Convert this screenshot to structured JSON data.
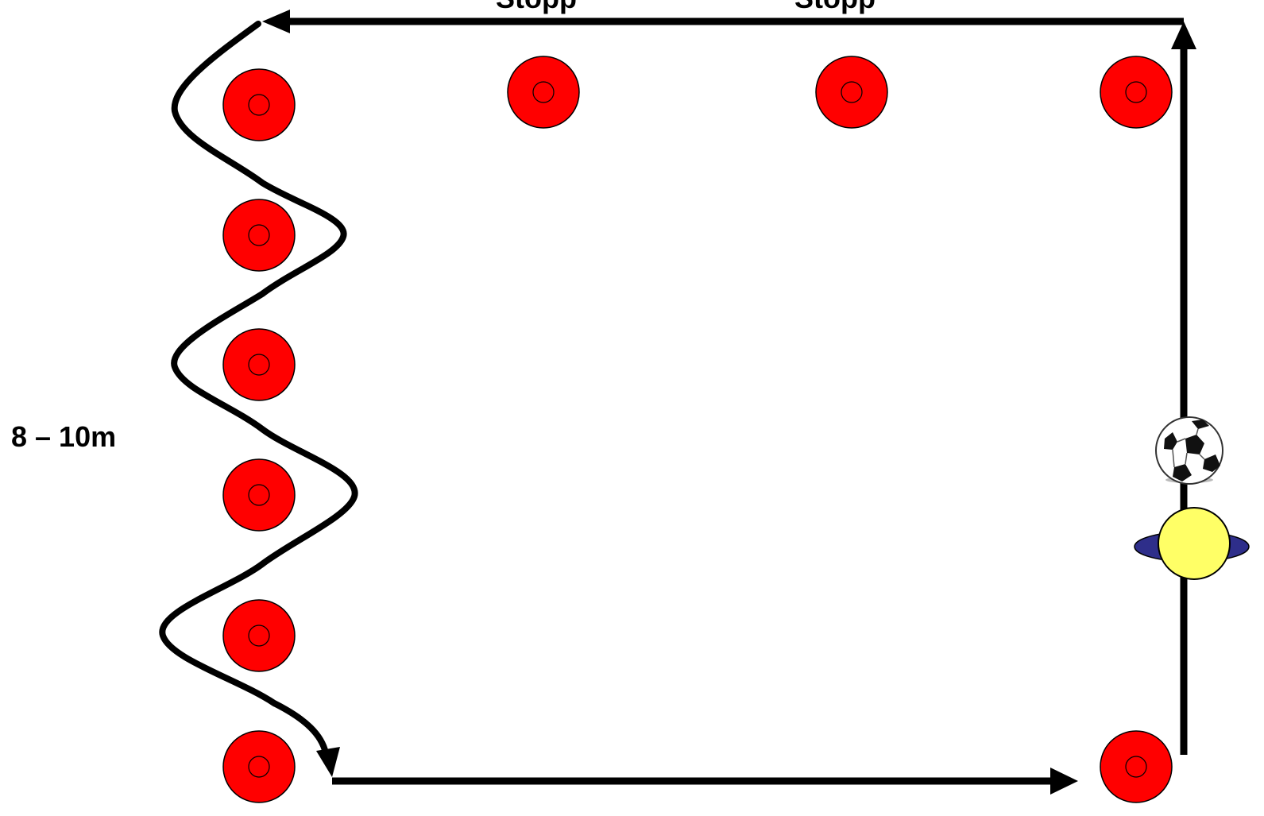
{
  "labels": {
    "stopp_1": "Stopp",
    "stopp_2": "Stopp",
    "distance": "8 – 10m"
  },
  "colors": {
    "cone": "#ff0000",
    "cone_outline": "#000000",
    "path": "#000000",
    "player_body": "#ffff66",
    "player_base": "#2e2e8a",
    "ball_white": "#ffffff",
    "ball_black": "#111111"
  },
  "icons": {
    "cone": "cone-marker-icon",
    "ball": "soccer-ball-icon",
    "player": "player-icon"
  }
}
